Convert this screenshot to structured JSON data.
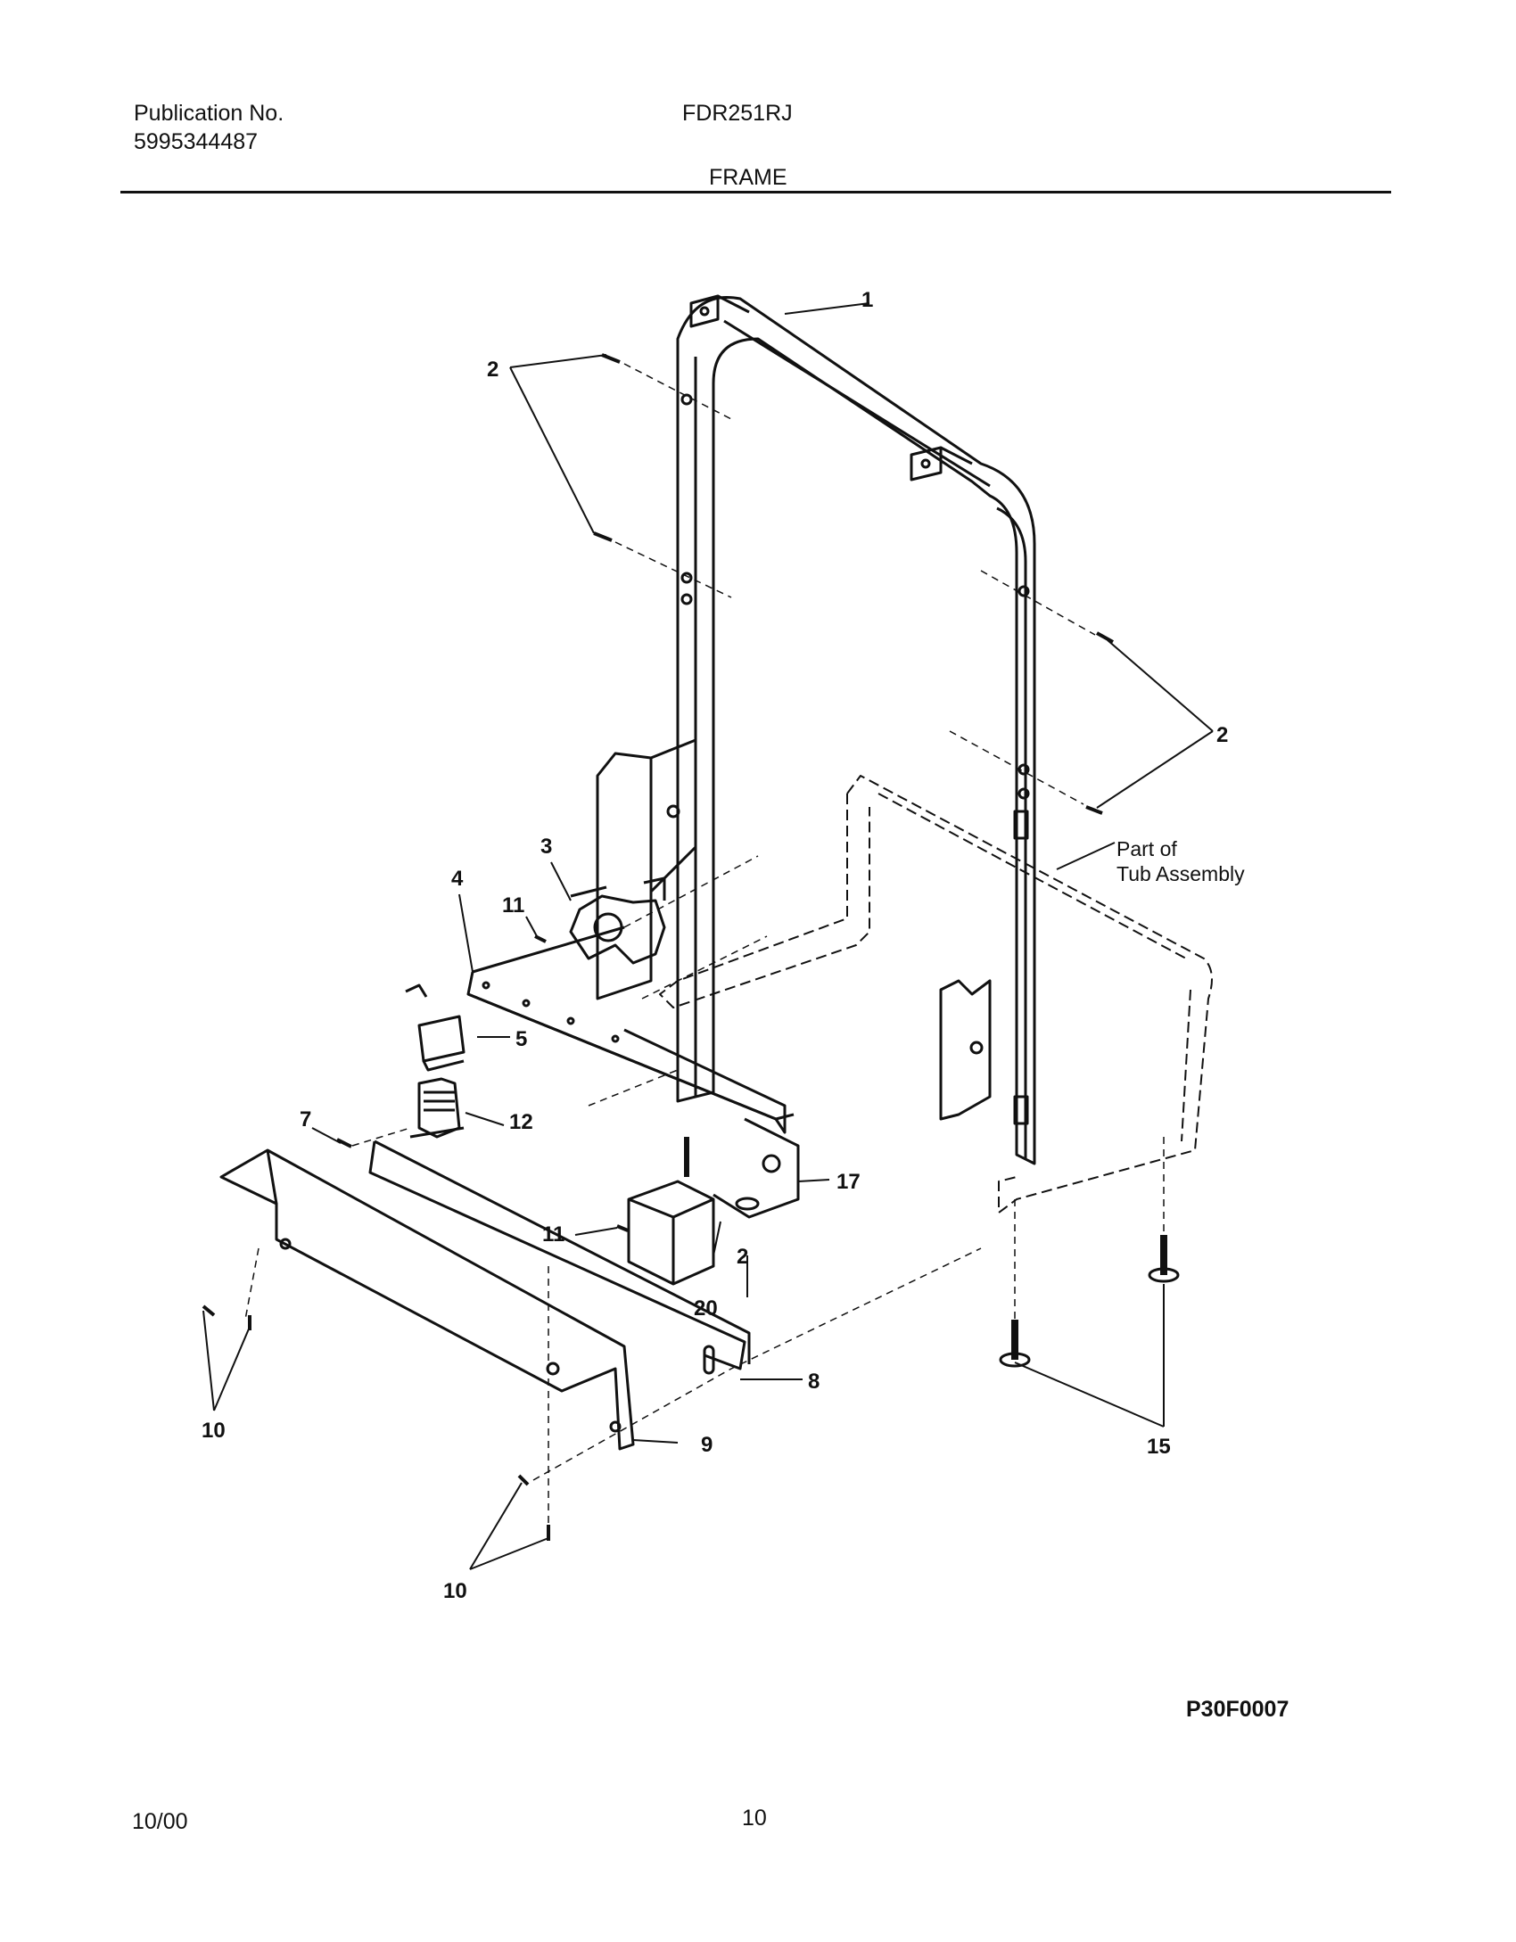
{
  "header": {
    "publication_label": "Publication No.",
    "publication_number": "5995344487",
    "model": "FDR251RJ",
    "section_title": "FRAME"
  },
  "diagram": {
    "callouts": {
      "c1": "1",
      "c2_top": "2",
      "c2_right": "2",
      "c2_bracket": "2",
      "c3": "3",
      "c4": "4",
      "c5": "5",
      "c7": "7",
      "c8": "8",
      "c9": "9",
      "c10_left": "10",
      "c10_bottom": "10",
      "c11_top": "11",
      "c11_mid": "11",
      "c12": "12",
      "c15": "15",
      "c17": "17",
      "c20": "20"
    },
    "note_line1": "Part of",
    "note_line2": "Tub Assembly",
    "figure_code": "P30F0007"
  },
  "footer": {
    "date": "10/00",
    "page_number": "10"
  }
}
